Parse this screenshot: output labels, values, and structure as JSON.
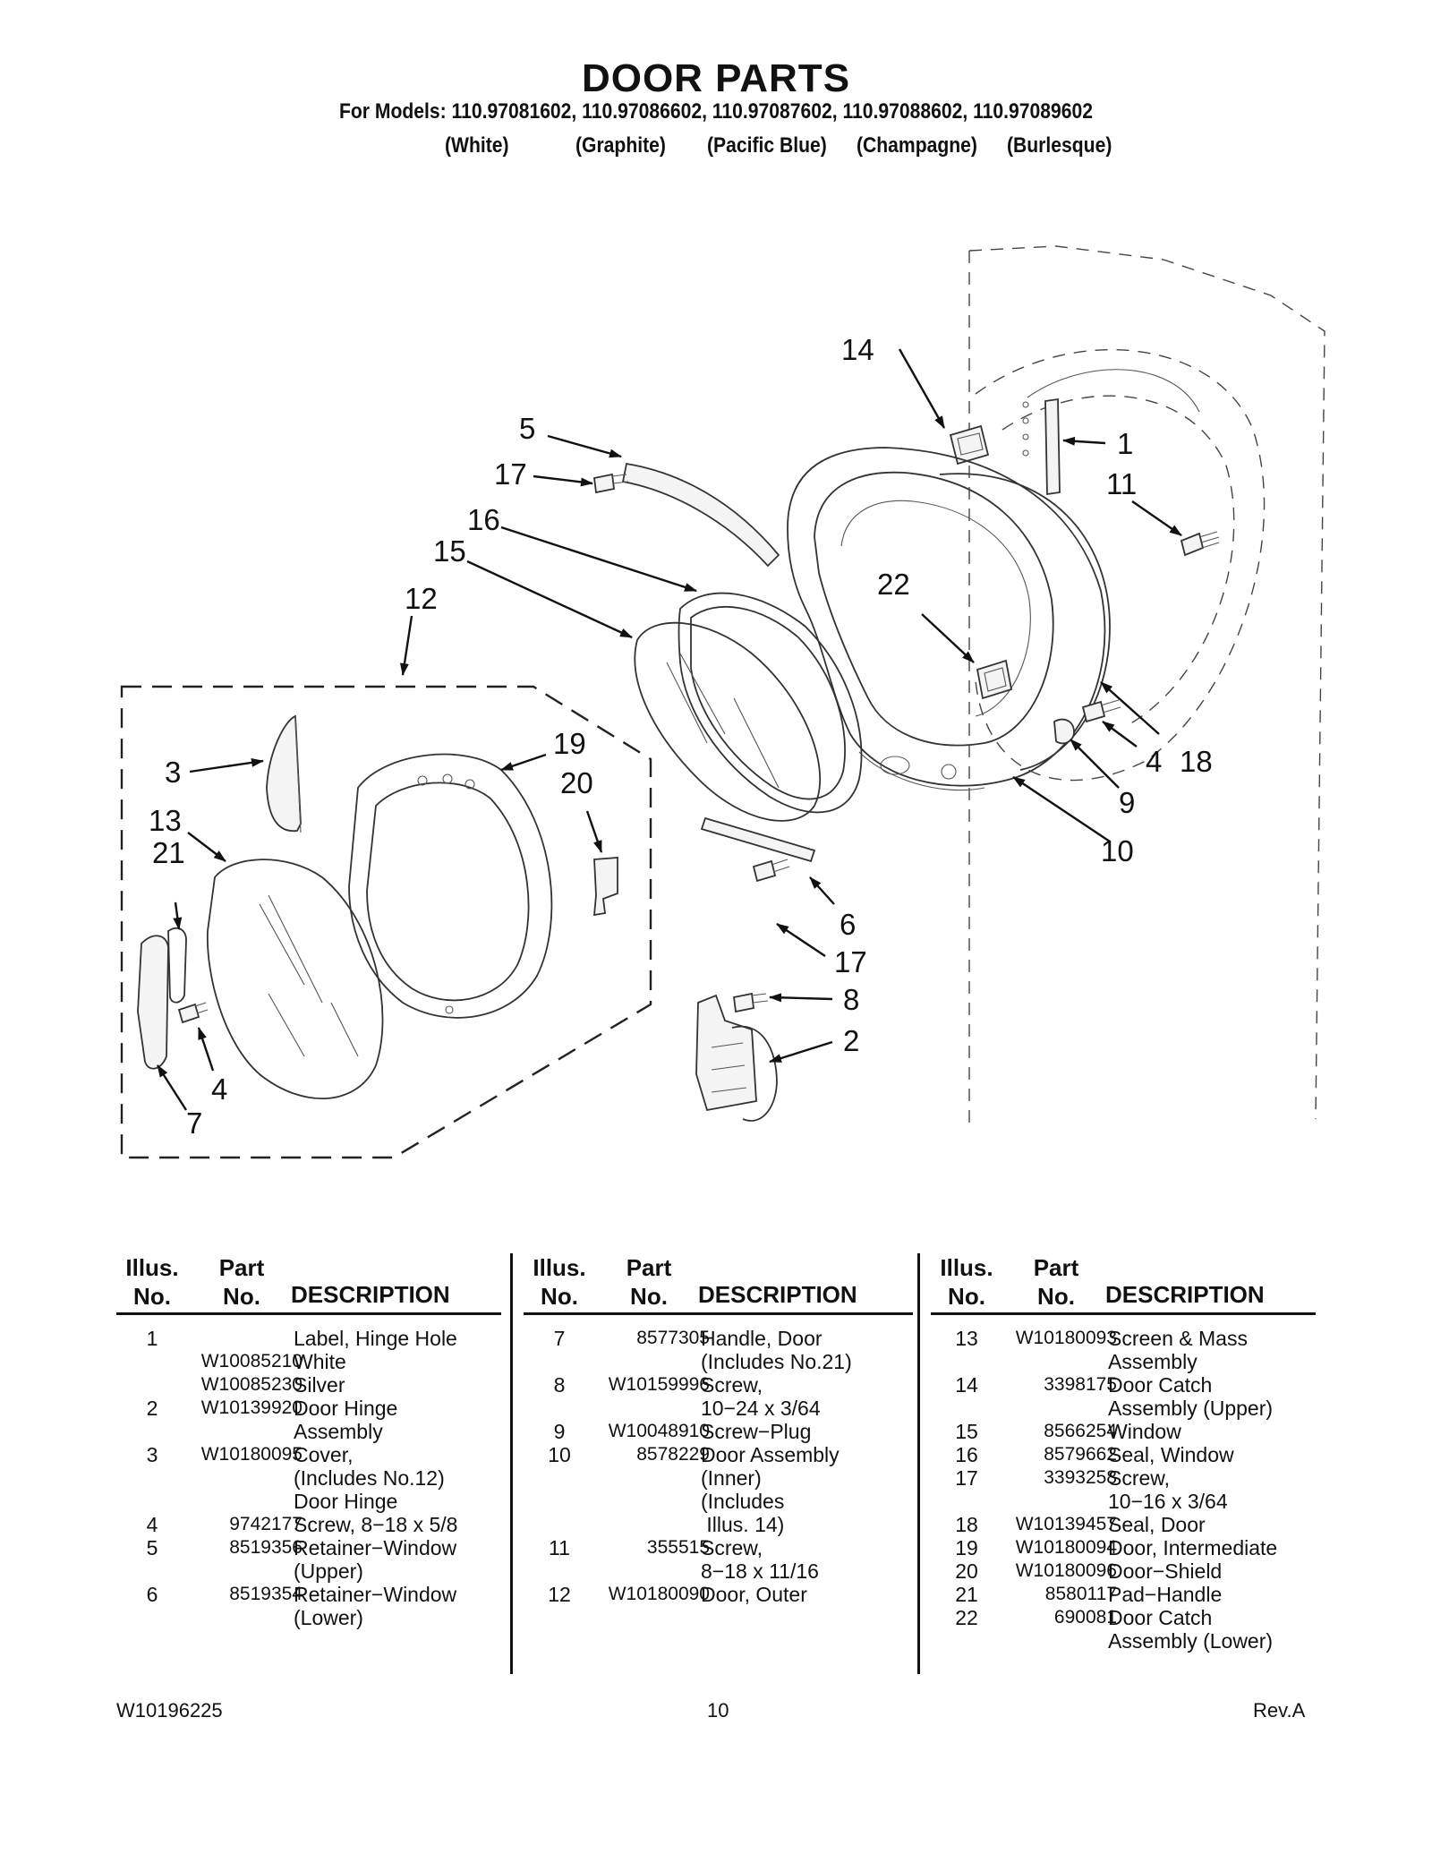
{
  "header": {
    "title": "DOOR PARTS",
    "models": "For Models: 110.97081602, 110.97086602, 110.97087602, 110.97088602, 110.97089602",
    "colors": [
      "(White)",
      "(Graphite)",
      "(Pacific Blue)",
      "(Champagne)",
      "(Burlesque)"
    ]
  },
  "callouts": [
    "1",
    "2",
    "3",
    "4",
    "4",
    "5",
    "6",
    "7",
    "8",
    "9",
    "10",
    "11",
    "12",
    "13",
    "14",
    "15",
    "16",
    "17",
    "17",
    "18",
    "19",
    "20",
    "21",
    "22"
  ],
  "table_headers": {
    "illus_1": "Illus.",
    "illus_2": "No.",
    "part_1": "Part",
    "part_2": "No.",
    "desc": "DESCRIPTION"
  },
  "columns": [
    [
      {
        "no": "1",
        "part": "",
        "desc": "Label, Hinge Hole"
      },
      {
        "no": "",
        "part": "W10085210",
        "desc": "White"
      },
      {
        "no": "",
        "part": "W10085230",
        "desc": "Silver"
      },
      {
        "no": "2",
        "part": "W10139920",
        "desc": "Door Hinge\nAssembly"
      },
      {
        "no": "3",
        "part": "W10180095",
        "desc": "Cover,\n(Includes No.12)\nDoor Hinge"
      },
      {
        "no": "4",
        "part": "9742177",
        "desc": "Screw, 8−18 x 5/8"
      },
      {
        "no": "5",
        "part": "8519356",
        "desc": "Retainer−Window\n(Upper)"
      },
      {
        "no": "6",
        "part": "8519354",
        "desc": "Retainer−Window\n(Lower)"
      }
    ],
    [
      {
        "no": "7",
        "part": "8577305",
        "desc": "Handle, Door\n(Includes No.21)"
      },
      {
        "no": "8",
        "part": "W10159996",
        "desc": "Screw,\n10−24 x 3/64"
      },
      {
        "no": "9",
        "part": "W10048910",
        "desc": "Screw−Plug"
      },
      {
        "no": "10",
        "part": "8578229",
        "desc": "Door Assembly\n(Inner)\n(Includes\n Illus. 14)"
      },
      {
        "no": "11",
        "part": "355515",
        "desc": "Screw,\n8−18 x 11/16"
      },
      {
        "no": "12",
        "part": "W10180090",
        "desc": "Door, Outer"
      }
    ],
    [
      {
        "no": "13",
        "part": "W10180093",
        "desc": "Screen & Mass\nAssembly"
      },
      {
        "no": "14",
        "part": "3398175",
        "desc": "Door Catch\nAssembly (Upper)"
      },
      {
        "no": "15",
        "part": "8566254",
        "desc": "Window"
      },
      {
        "no": "16",
        "part": "8579662",
        "desc": "Seal, Window"
      },
      {
        "no": "17",
        "part": "3393258",
        "desc": "Screw,\n10−16 x 3/64"
      },
      {
        "no": "18",
        "part": "W10139457",
        "desc": "Seal, Door"
      },
      {
        "no": "19",
        "part": "W10180094",
        "desc": "Door, Intermediate"
      },
      {
        "no": "20",
        "part": "W10180096",
        "desc": "Door−Shield"
      },
      {
        "no": "21",
        "part": "8580117",
        "desc": "Pad−Handle"
      },
      {
        "no": "22",
        "part": "690081",
        "desc": "Door Catch\nAssembly (Lower)"
      }
    ]
  ],
  "footer": {
    "doc_number": "W10196225",
    "page": "10",
    "revision": "Rev.A"
  }
}
